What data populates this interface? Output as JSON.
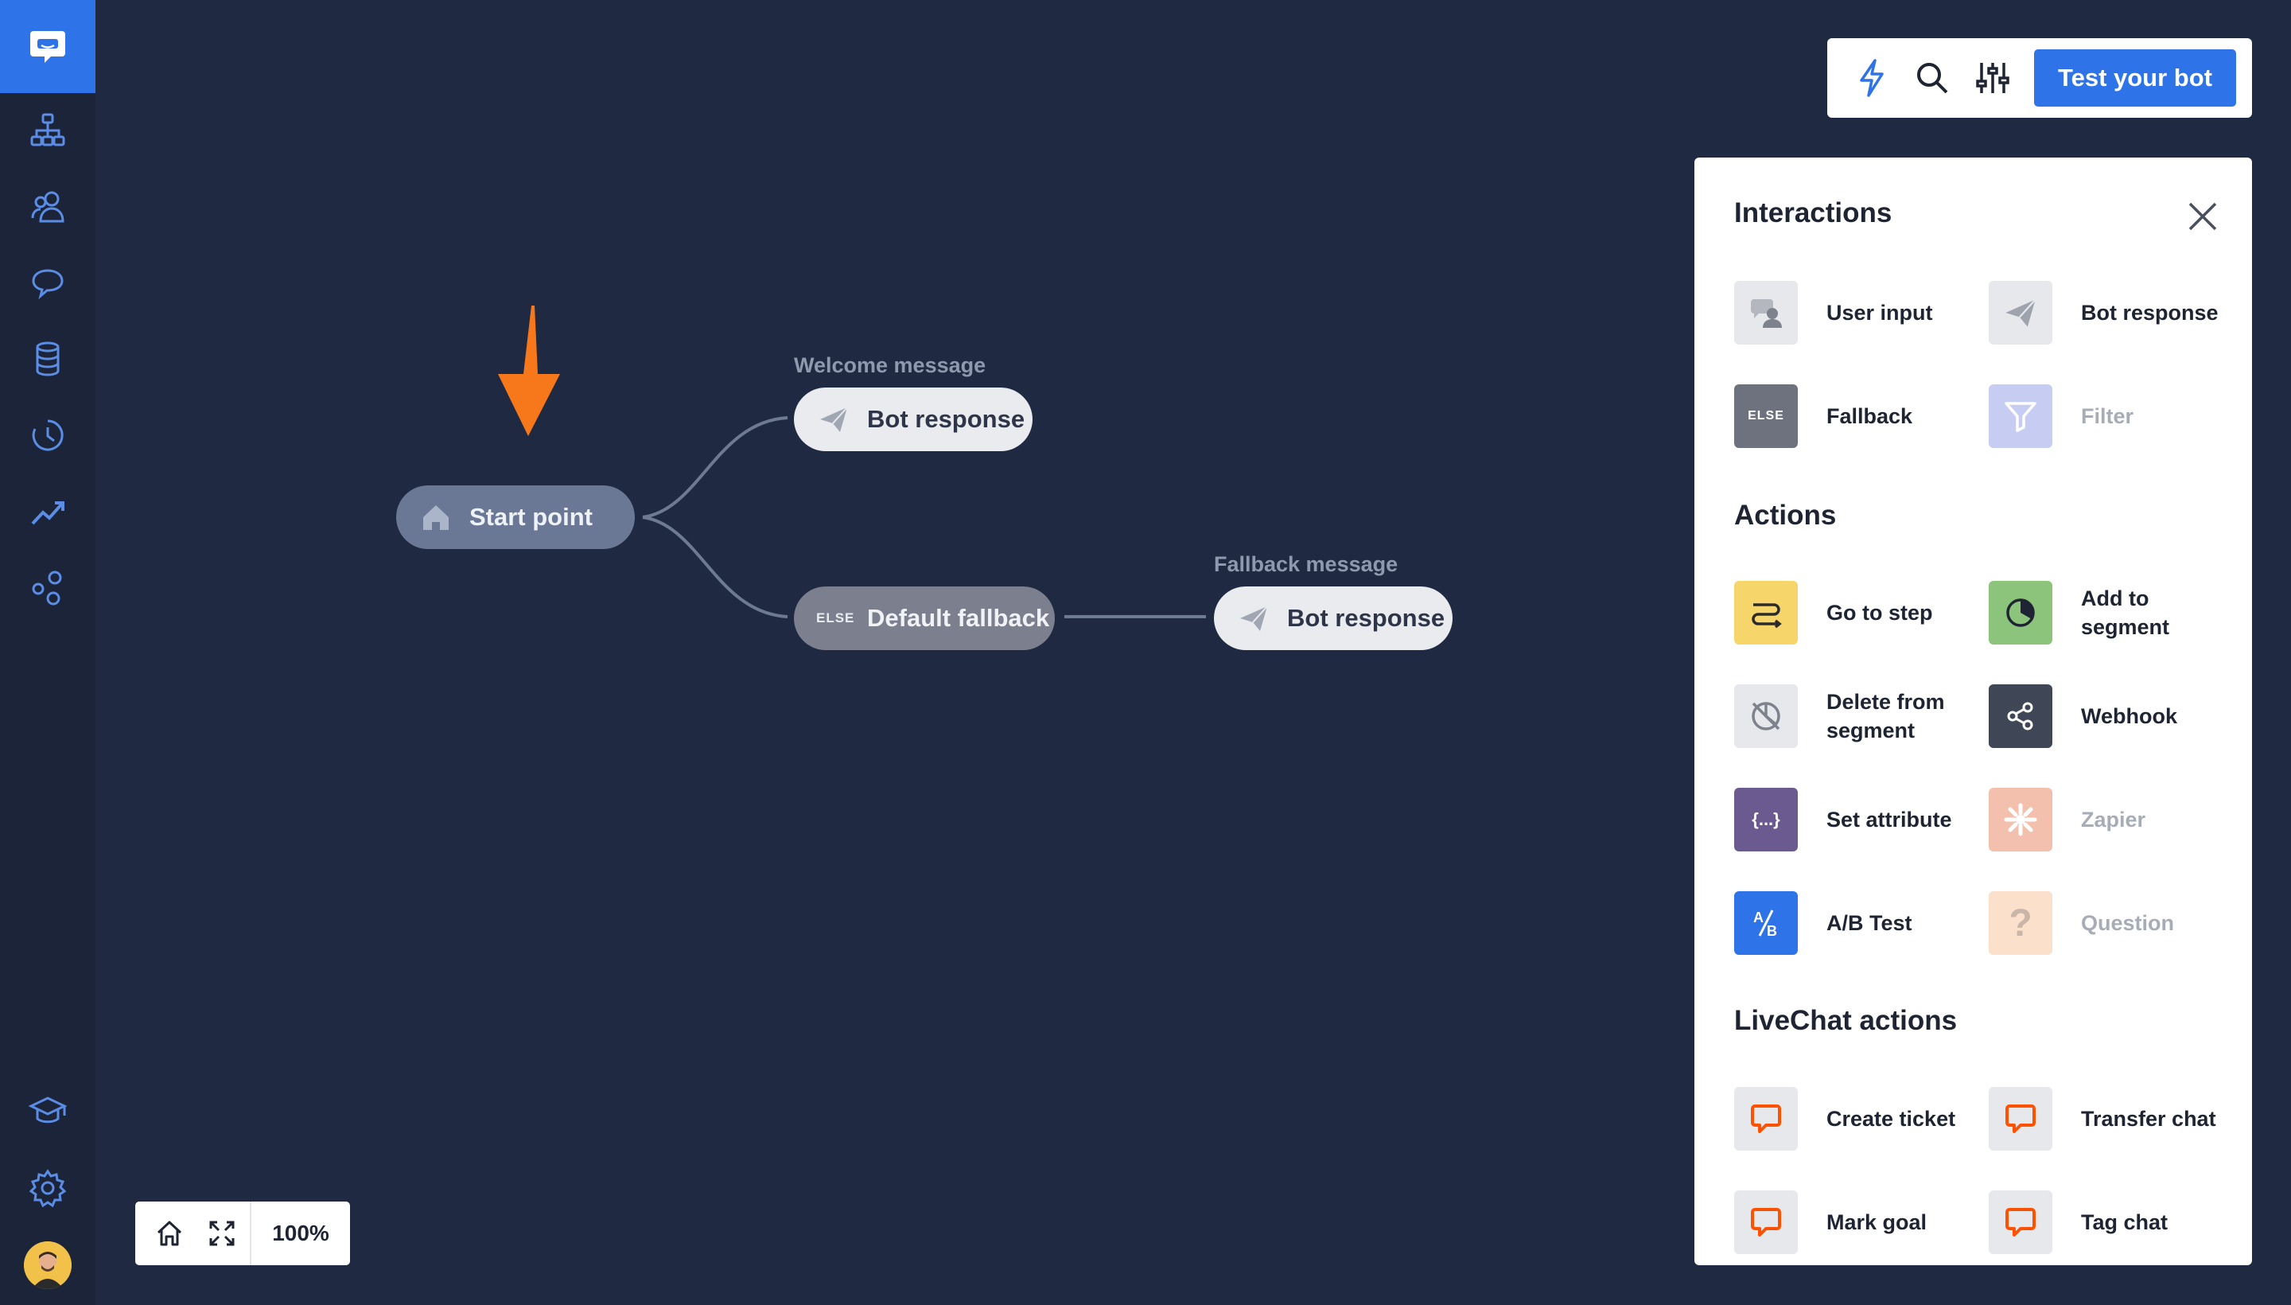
{
  "sidebar": {
    "items": [
      {
        "icon": "chatbot-logo-icon"
      },
      {
        "icon": "flow-tree-icon"
      },
      {
        "icon": "users-icon"
      },
      {
        "icon": "brain-icon"
      },
      {
        "icon": "database-icon"
      },
      {
        "icon": "history-icon"
      },
      {
        "icon": "analytics-icon"
      },
      {
        "icon": "integrations-icon"
      },
      {
        "icon": "academy-icon"
      },
      {
        "icon": "settings-icon"
      },
      {
        "icon": "avatar"
      }
    ]
  },
  "toolbar": {
    "icons": [
      "lightning-icon",
      "search-icon",
      "sliders-icon"
    ],
    "test_label": "Test your bot"
  },
  "canvas": {
    "start": {
      "label": "Start point",
      "icon": "home-icon"
    },
    "welcome_caption": "Welcome message",
    "welcome": {
      "label": "Bot response",
      "icon": "paper-plane-icon"
    },
    "fallback": {
      "tag": "ELSE",
      "label": "Default fallback"
    },
    "fallback_caption": "Fallback message",
    "fallback_response": {
      "label": "Bot response",
      "icon": "paper-plane-icon"
    },
    "pointer_color": "#f7781a"
  },
  "panel": {
    "title": "Interactions",
    "interactions": [
      {
        "label": "User input",
        "icon": "user-input-icon",
        "disabled": false
      },
      {
        "label": "Bot response",
        "icon": "paper-plane-icon",
        "disabled": false
      },
      {
        "label": "Fallback",
        "icon": "else-icon",
        "tag": "ELSE",
        "disabled": false
      },
      {
        "label": "Filter",
        "icon": "filter-icon",
        "disabled": true
      }
    ],
    "actions_title": "Actions",
    "actions": [
      {
        "label": "Go to step",
        "icon": "go-to-step-icon",
        "disabled": false
      },
      {
        "label": "Add to segment",
        "icon": "pie-chart-icon",
        "disabled": false
      },
      {
        "label": "Delete from segment",
        "icon": "delete-segment-icon",
        "disabled": false
      },
      {
        "label": "Webhook",
        "icon": "share-icon",
        "disabled": false
      },
      {
        "label": "Set attribute",
        "icon": "braces-icon",
        "tag": "{...}",
        "disabled": false
      },
      {
        "label": "Zapier",
        "icon": "zapier-icon",
        "disabled": true
      },
      {
        "label": "A/B Test",
        "icon": "ab-test-icon",
        "disabled": false
      },
      {
        "label": "Question",
        "icon": "question-icon",
        "disabled": true
      }
    ],
    "livechat_title": "LiveChat actions",
    "livechat": [
      {
        "label": "Create ticket",
        "icon": "livechat-icon"
      },
      {
        "label": "Transfer chat",
        "icon": "livechat-icon"
      },
      {
        "label": "Mark goal",
        "icon": "livechat-icon"
      },
      {
        "label": "Tag chat",
        "icon": "livechat-icon"
      }
    ]
  },
  "zoom": {
    "icons": [
      "home-icon",
      "fullscreen-icon"
    ],
    "level": "100%"
  }
}
